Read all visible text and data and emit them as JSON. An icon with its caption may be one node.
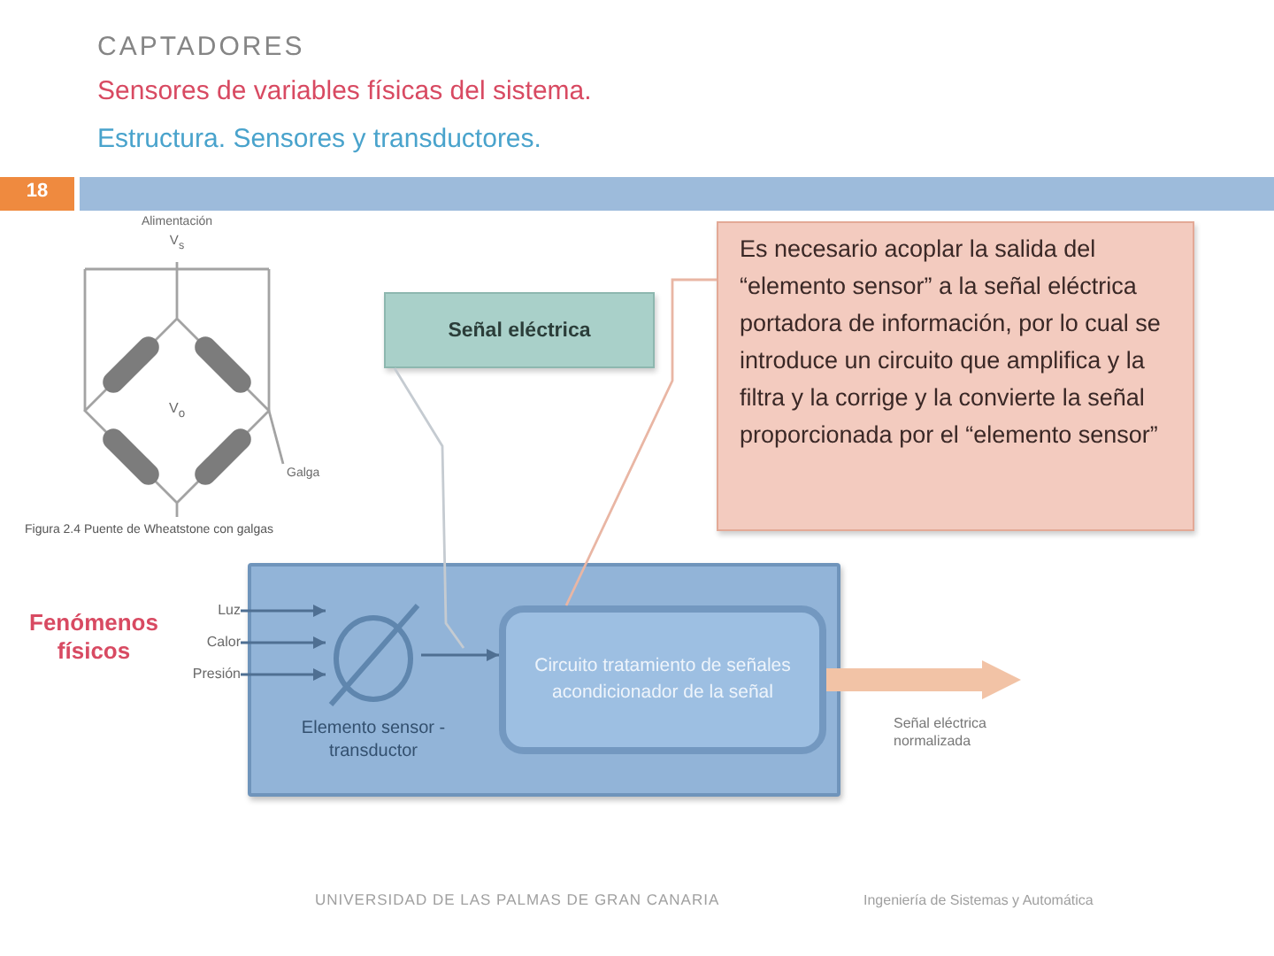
{
  "diagram": {
    "title": "CAPTADORES",
    "nodes": [
      {
        "text": [],
        "shape": "box"
      },
      {
        "text": [
          "Elemento sensor - transductor"
        ],
        "in": 0
      },
      {
        "text": [
          "Circuito tratamiento de señales acondicionador de la señal"
        ],
        "in": 0
      },
      {
        "text": [
          "Señal eléctrica"
        ]
      },
      {
        "text": [
          "Es necesario acoplar la salida del “elemento sensor” a la señal eléctrica portadora de información, por lo cual se introduce un circuito que amplifica y la filtra y la corrige y la convierte la señal proporcionada por el “elemento sensor”"
        ]
      },
      {
        "text": [
          "Luz"
        ]
      },
      {
        "text": [
          "Calor"
        ]
      },
      {
        "text": [
          "Presión"
        ]
      }
    ],
    "edges": [
      {
        "from": 5,
        "to": 1,
        "arrow": "to"
      },
      {
        "from": 6,
        "to": 1,
        "arrow": "to"
      },
      {
        "from": 7,
        "to": 1,
        "arrow": "to"
      },
      {
        "from": 1,
        "to": 2,
        "arrow": "to"
      },
      {
        "from": 2,
        "to": null,
        "arrow": "to",
        "style": "thick",
        "color": "#f2c3a6",
        "label": "Señal eléctrica normalizada"
      },
      {
        "from": 3,
        "to": null,
        "arrow": "none",
        "color": "#c5cbd1"
      },
      {
        "from": 4,
        "to": 2,
        "arrow": "none",
        "color": "#e9b6a4"
      }
    ],
    "labels": [
      "Sensores de variables físicas del sistema.",
      "Estructura. Sensores y transductores.",
      "18",
      "Alimentación",
      "V$_{s}$",
      "V$_{o}$",
      "Galga",
      "Figura 2.4 Puente de Wheatstone con galgas",
      "Fenómenos físicos",
      "UNIVERSIDAD DE LAS PALMAS DE GRAN CANARIA",
      "Ingeniería de Sistemas y Automática"
    ]
  }
}
